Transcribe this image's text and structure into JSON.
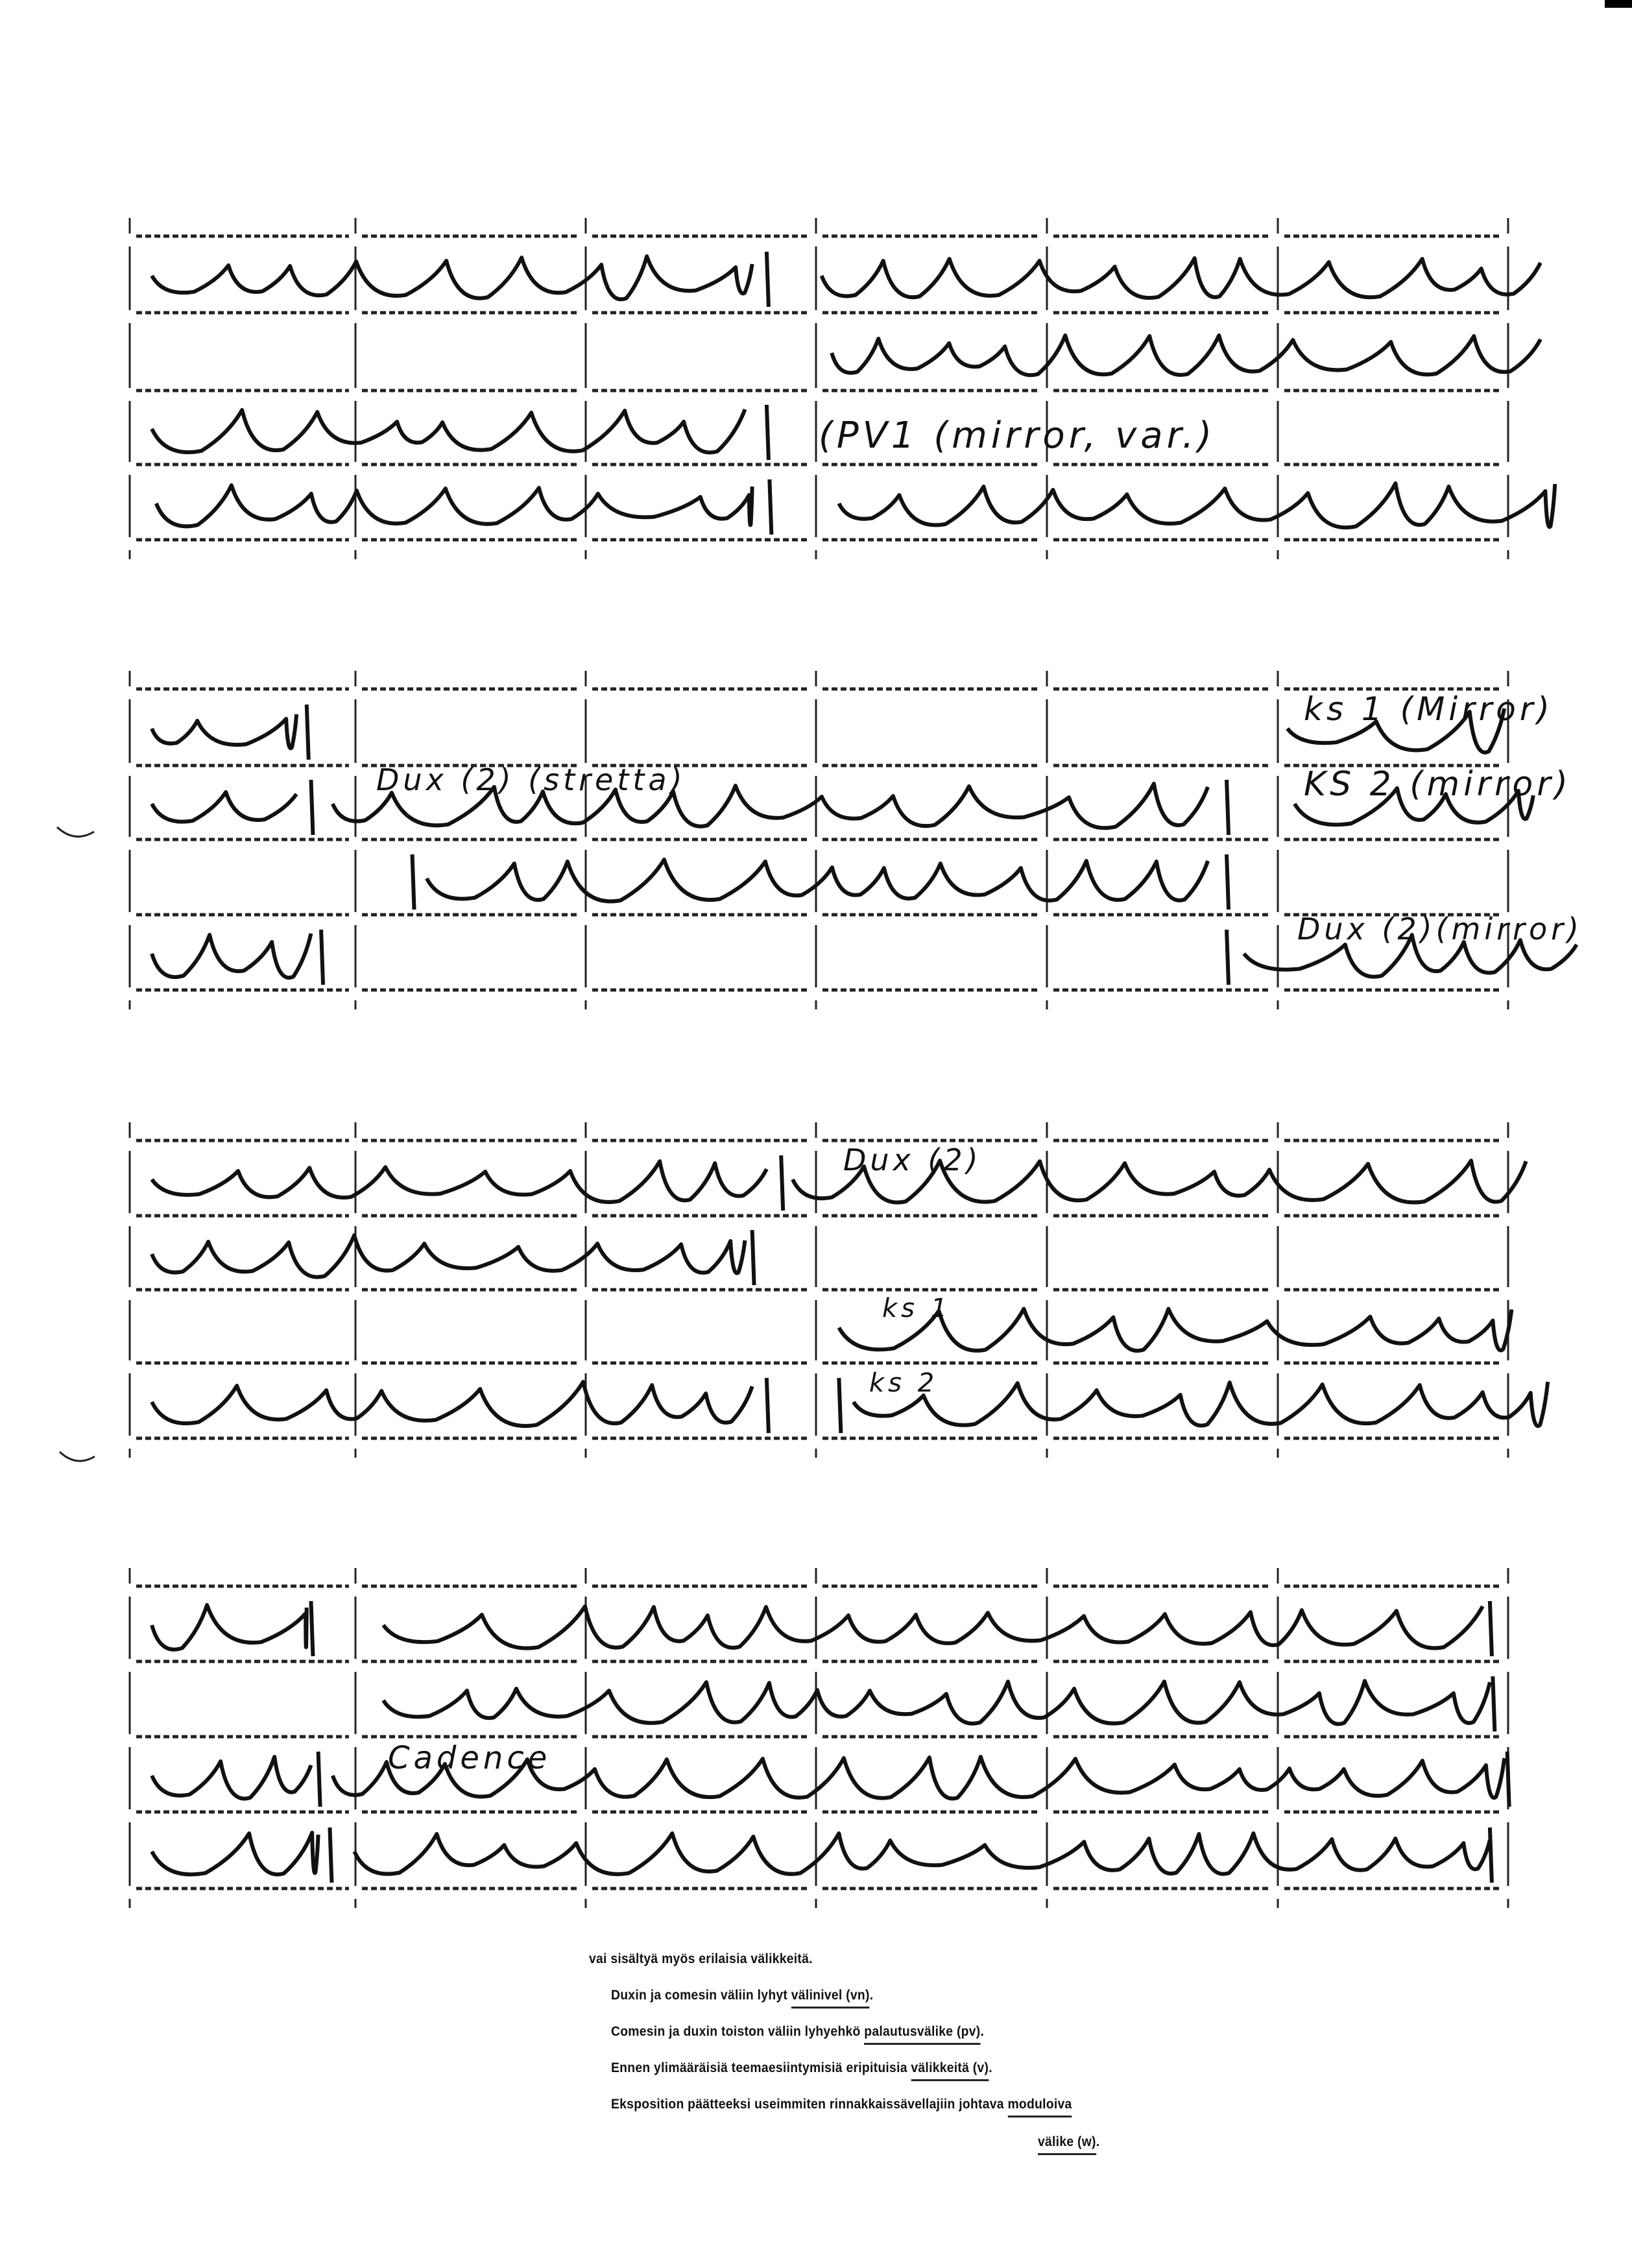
{
  "annotations": {
    "pv1": "(PV1 (mirror, var.)",
    "ks1_mirror": "ks 1 (Mirror)",
    "ks2_mirror": "KS 2 (mirror)",
    "dux2_stretta": "Dux (2) (stretta)",
    "dux2_mirror": "Dux (2)(mirror)",
    "dux2": "Dux (2)",
    "ks1": "ks 1",
    "ks2": "ks 2",
    "cadence": "Cadence"
  },
  "printed_text": {
    "line1": "vai sisältyä myös erilaisia välikkeitä.",
    "line2_a": "Duxin ja comesin väliin lyhyt ",
    "line2_u": "välinivel (vn)",
    "line3_a": "Comesin ja duxin toiston väliin lyhyehkö ",
    "line3_u": "palautusvälike (pv)",
    "line4_a": "Ennen ylimääräisiä teemaesiintymisiä eripituisia ",
    "line4_u": "välikkeitä (v)",
    "line5_a": "Eksposition päätteeksi useimmiten rinnakkaissävellajiin johtava ",
    "line5_u": "moduloiva",
    "line6_u": "välike (w)",
    "period": "."
  },
  "colors": {
    "ink": "#111111",
    "paper": "#ffffff"
  }
}
